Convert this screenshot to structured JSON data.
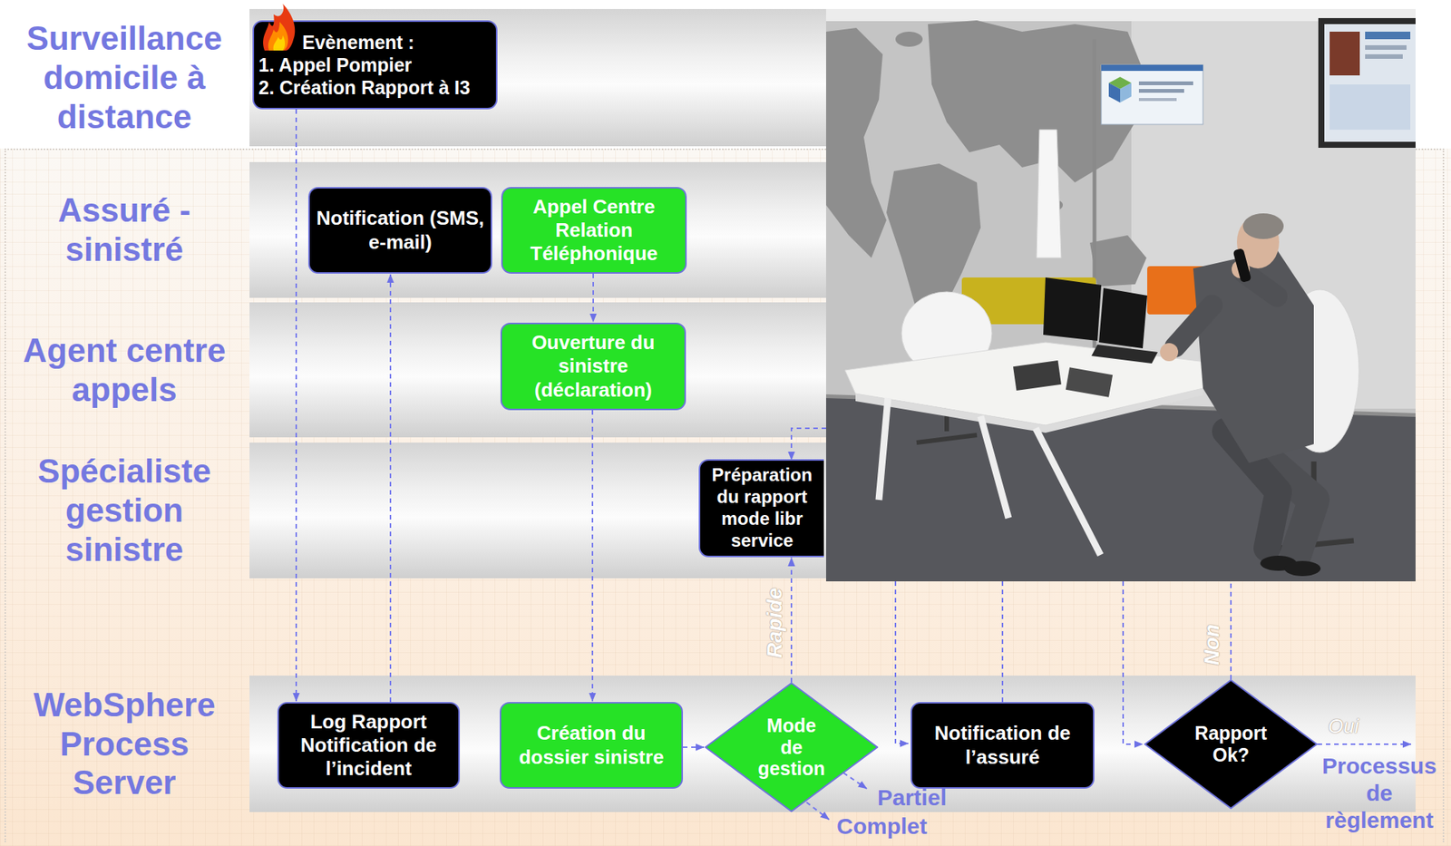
{
  "diagram": {
    "nodes": [
      {
        "text": [
          "Surveillance domicile à distance"
        ]
      },
      {
        "text": [
          "Evènement :",
          "1. Appel Pompier",
          "2. Création Rapport à I3"
        ],
        "in": 0
      },
      {
        "text": [
          "Assuré - sinistré"
        ]
      },
      {
        "text": [
          "Notification (SMS, e-mail)"
        ],
        "in": 2
      },
      {
        "text": [
          "Appel Centre Relation Téléphonique"
        ],
        "in": 2
      },
      {
        "text": [
          "Agent centre appels"
        ]
      },
      {
        "text": [
          "Ouverture du sinistre (déclaration)"
        ],
        "in": 5
      },
      {
        "text": [
          "Spécialiste gestion sinistre"
        ]
      },
      {
        "text": [
          "Préparation du rapport mode libr service"
        ],
        "in": 7
      },
      {
        "text": [
          "WebSphere Process Server"
        ]
      },
      {
        "text": [
          "Log Rapport Notification de l’incident"
        ],
        "in": 9
      },
      {
        "text": [
          "Création du dossier sinistre"
        ],
        "in": 9
      },
      {
        "text": [
          "Mode de gestion"
        ],
        "in": 9
      },
      {
        "text": [
          "Notification de l’assuré"
        ],
        "in": 9
      },
      {
        "text": [
          "Rapport Ok?"
        ],
        "in": 9
      }
    ],
    "edges": [
      {
        "from": 1,
        "to": 10,
        "arrow": "to"
      },
      {
        "from": 10,
        "to": 3,
        "arrow": "to"
      },
      {
        "from": 4,
        "to": 6,
        "arrow": "to"
      },
      {
        "from": 6,
        "to": 11,
        "arrow": "to"
      },
      {
        "from": 11,
        "to": 12,
        "arrow": "to"
      },
      {
        "from": 12,
        "to": 8,
        "label": "Rapide",
        "arrow": "to"
      }
    ],
    "labels": [
      "Partiel",
      "Complet",
      "Non",
      "Oui",
      "Processus de règlement"
    ]
  }
}
